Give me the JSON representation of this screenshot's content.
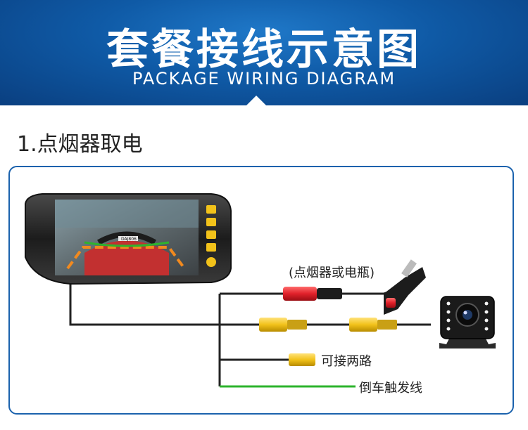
{
  "header": {
    "title": "套餐接线示意图",
    "subtitle": "PACKAGE WIRING DIAGRAM"
  },
  "section": {
    "title": "1.点烟器取电"
  },
  "labels": {
    "cigarette": "(点烟器或电瓶)",
    "two_channels": "可接两路",
    "reverse_trigger": "倒车触发线"
  },
  "monitor_screen": {
    "plate": "DAJ806"
  },
  "colors": {
    "header_blue": "#0f5aa6",
    "frame_blue": "#1b62ad",
    "wire": "#222222",
    "trigger_wire": "#2db42d",
    "connector_yellow": "#f2c21a",
    "plug_red": "#e0202a"
  },
  "icons": [
    "rearview-monitor-icon",
    "cigarette-lighter-plug-icon",
    "backup-camera-icon",
    "rca-connector-icon"
  ]
}
